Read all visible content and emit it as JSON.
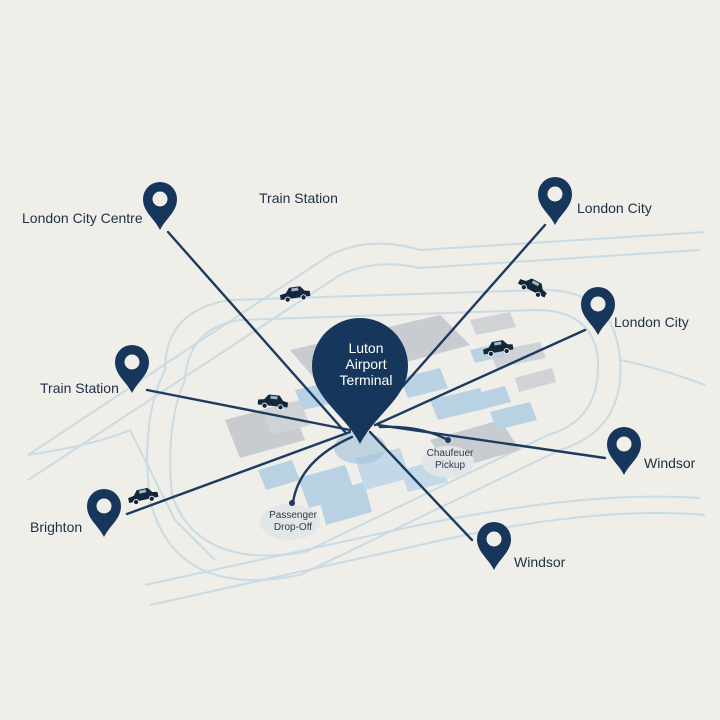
{
  "hub": {
    "line1": "Luton",
    "line2": "Airport",
    "line3": "Terminal"
  },
  "destinations": [
    {
      "label": "London City Centre"
    },
    {
      "label": "Train Station"
    },
    {
      "label": "London City"
    },
    {
      "label": "London City"
    },
    {
      "label": "Train Station"
    },
    {
      "label": "Windsor"
    },
    {
      "label": "Brighton"
    },
    {
      "label": "Windsor"
    }
  ],
  "points": [
    {
      "line1": "Chaufeuer",
      "line2": "Pickup"
    },
    {
      "line1": "Passenger",
      "line2": "Drop-Off"
    }
  ],
  "icons": [
    "location-pin-icon",
    "car-icon"
  ],
  "colors": {
    "route": "#1d3a5f",
    "pin": "#16365b",
    "road": "#c9dbe4",
    "background": "#efeee9",
    "terminal_blue": "#b8d2e4",
    "terminal_grey": "#c8ccd0"
  }
}
